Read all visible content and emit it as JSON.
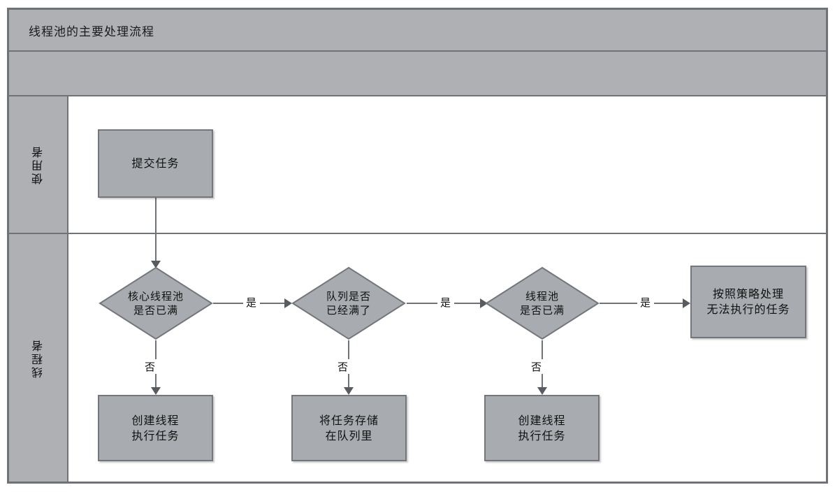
{
  "diagram": {
    "title": "线程池的主要处理流程",
    "subtitle": "",
    "lanes": [
      {
        "id": "user",
        "label": "使用者"
      },
      {
        "id": "thread",
        "label": "线程者"
      }
    ],
    "nodes": [
      {
        "id": "submit-task",
        "type": "process",
        "label": "提交任务",
        "lane": "user"
      },
      {
        "id": "core-pool-full",
        "type": "decision",
        "label": "核心线程池\n是否已满",
        "lane": "thread"
      },
      {
        "id": "queue-full",
        "type": "decision",
        "label": "队列是否\n已经满了",
        "lane": "thread"
      },
      {
        "id": "pool-full",
        "type": "decision",
        "label": "线程池\n是否已满",
        "lane": "thread"
      },
      {
        "id": "reject-policy",
        "type": "process",
        "label": "按照策略处理\n无法执行的任务",
        "lane": "thread"
      },
      {
        "id": "create-thread-1",
        "type": "process",
        "label": "创建线程\n执行任务",
        "lane": "thread"
      },
      {
        "id": "store-in-queue",
        "type": "process",
        "label": "将任务存储\n在队列里",
        "lane": "thread"
      },
      {
        "id": "create-thread-2",
        "type": "process",
        "label": "创建线程\n执行任务",
        "lane": "thread"
      }
    ],
    "edges": [
      {
        "id": "e-submit-core",
        "from": "submit-task",
        "to": "core-pool-full",
        "label": ""
      },
      {
        "id": "e-core-queue",
        "from": "core-pool-full",
        "to": "queue-full",
        "label": "是"
      },
      {
        "id": "e-queue-pool",
        "from": "queue-full",
        "to": "pool-full",
        "label": "是"
      },
      {
        "id": "e-pool-reject",
        "from": "pool-full",
        "to": "reject-policy",
        "label": "是"
      },
      {
        "id": "e-core-create",
        "from": "core-pool-full",
        "to": "create-thread-1",
        "label": "否"
      },
      {
        "id": "e-queue-store",
        "from": "queue-full",
        "to": "store-in-queue",
        "label": "否"
      },
      {
        "id": "e-pool-create",
        "from": "pool-full",
        "to": "create-thread-2",
        "label": "否"
      }
    ],
    "colors": {
      "node_fill": "#a8abaf",
      "node_border": "#73767b",
      "lane_header_fill": "#aeb0b4",
      "frame_border": "#6f7378",
      "canvas": "#ffffff",
      "connector": "#6f7377"
    }
  }
}
